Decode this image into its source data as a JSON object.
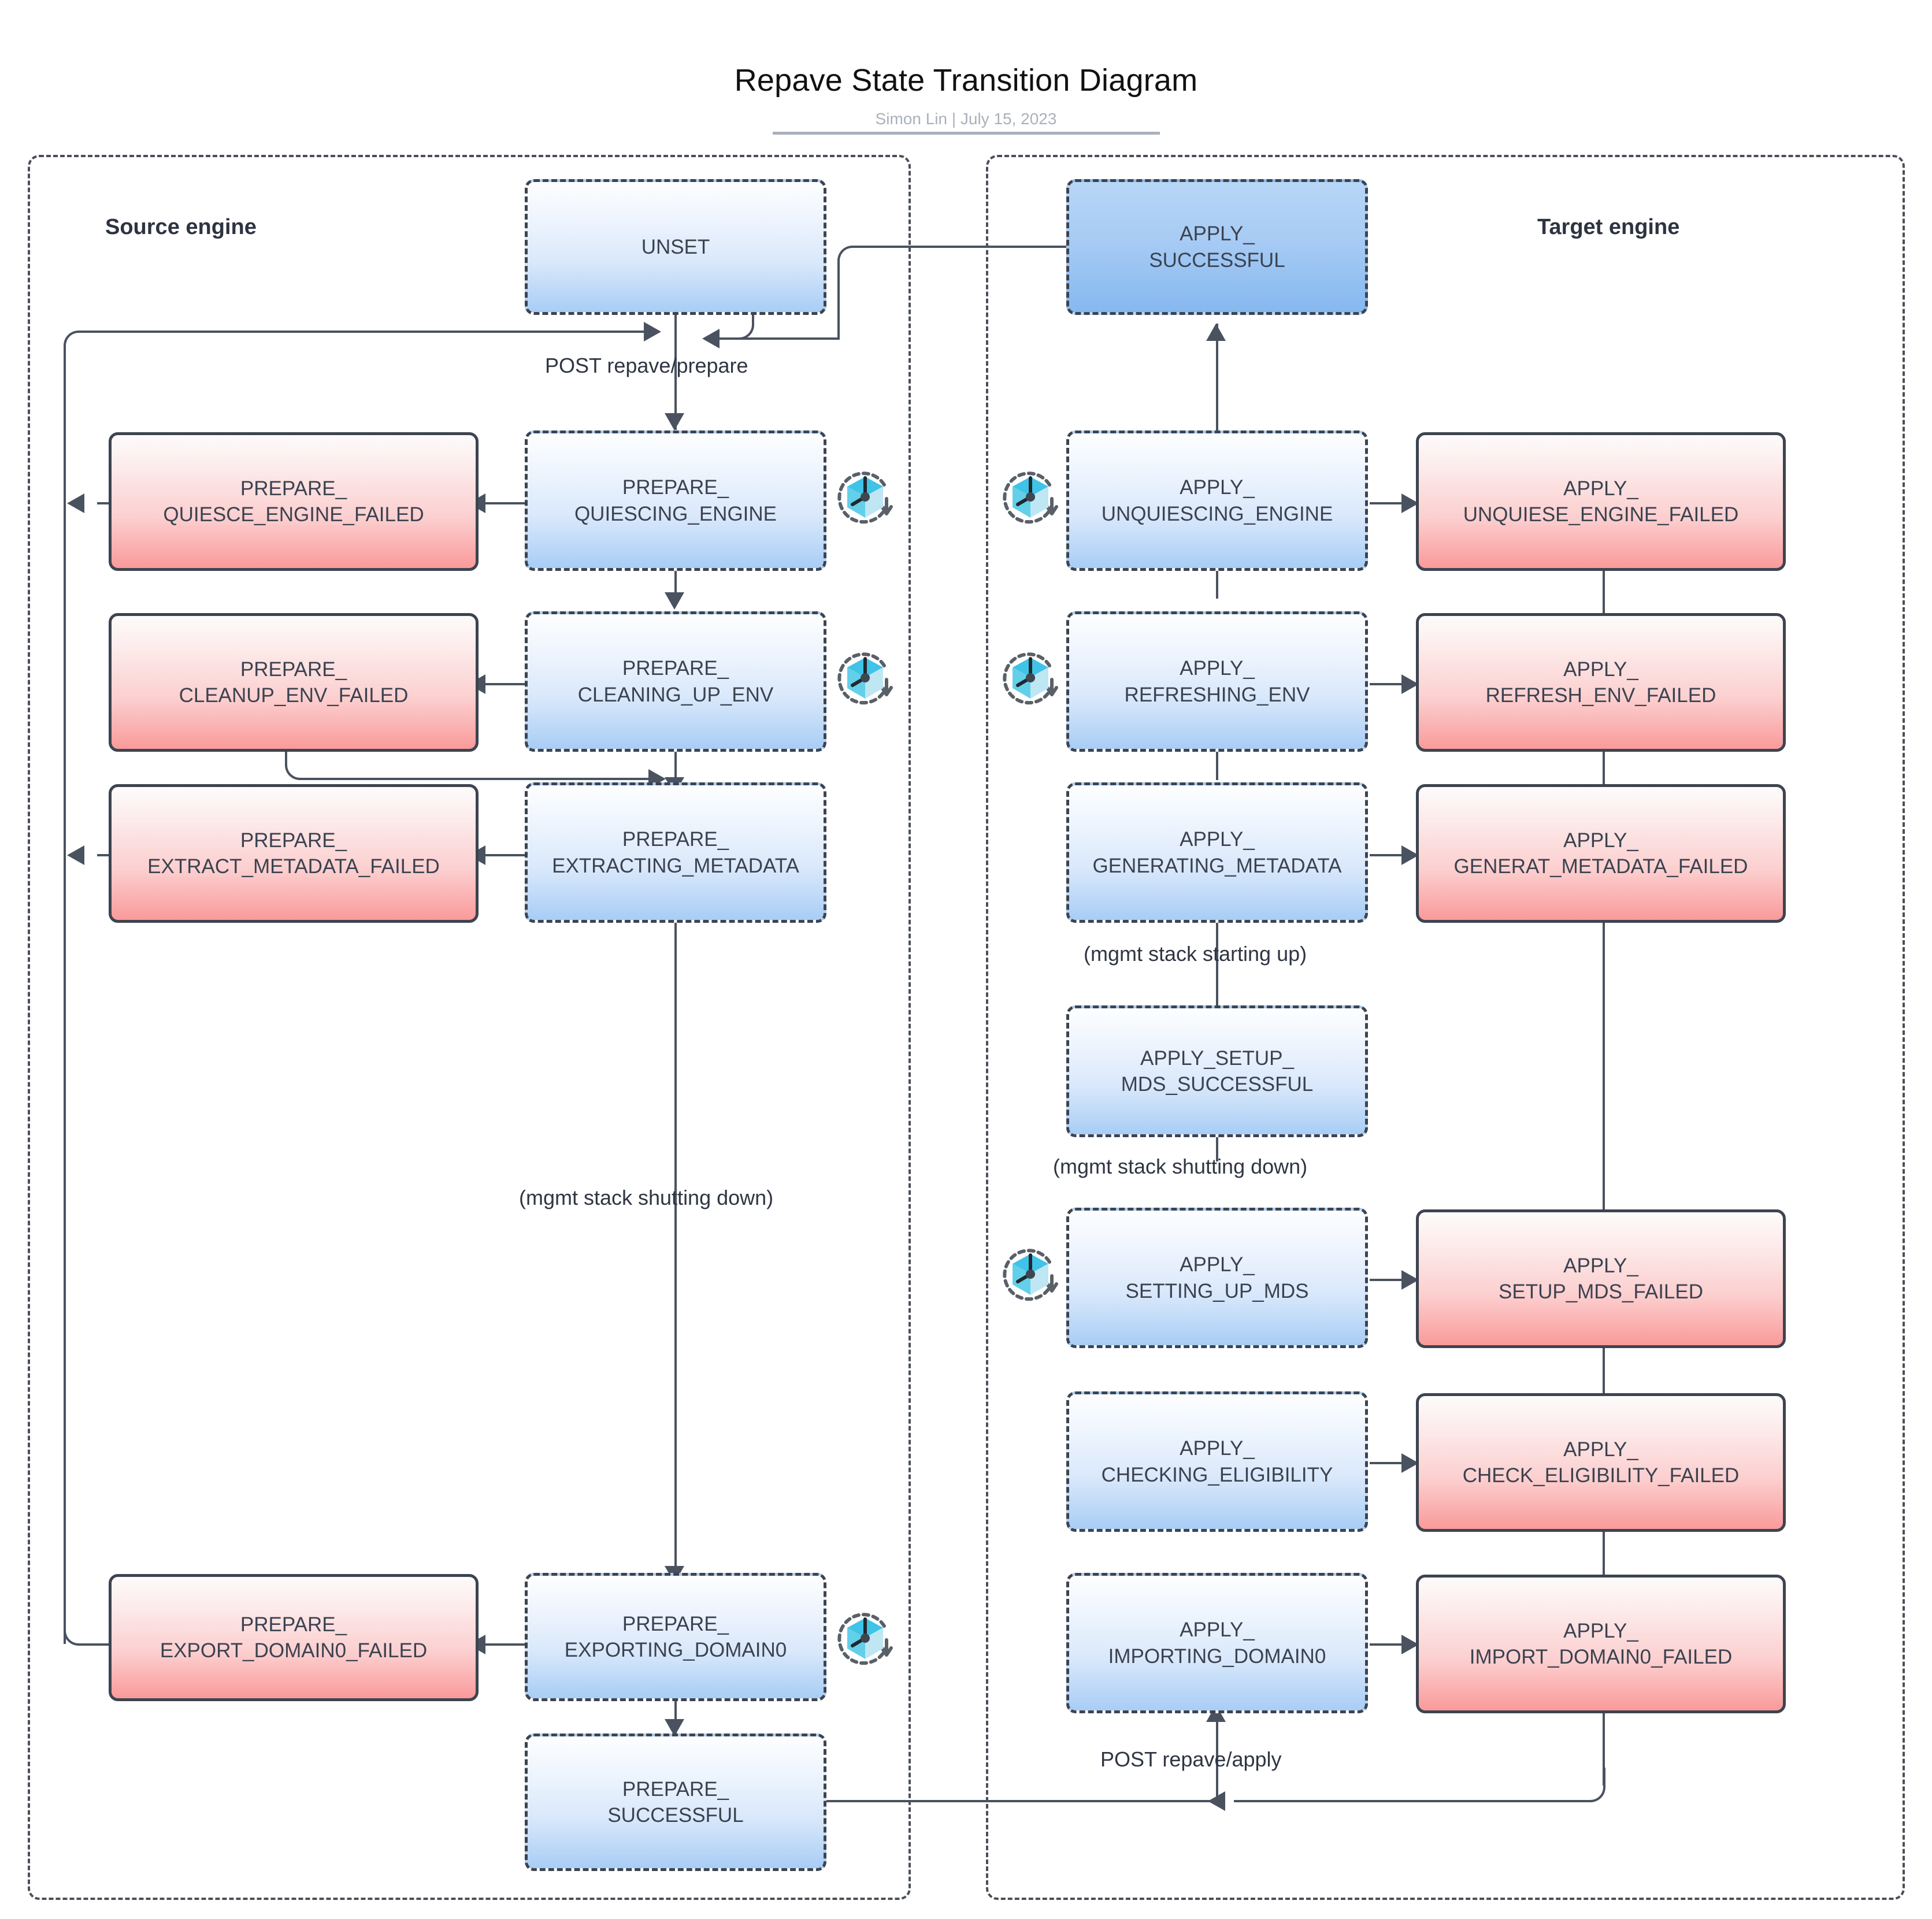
{
  "header": {
    "title": "Repave State Transition Diagram",
    "subtitle": "Simon Lin  |  July 15, 2023"
  },
  "panels": {
    "source": {
      "title": "Source engine"
    },
    "target": {
      "title": "Target engine"
    }
  },
  "colors": {
    "state_active_fill_top": "#fdfeff",
    "state_active_fill_bottom": "#a8cdf5",
    "state_failed_fill_top": "#fdfbfb",
    "state_failed_fill_bottom": "#fa9a9a",
    "state_terminal_fill": "#a7cbf4",
    "border": "#3d4450",
    "connector": "#4a5260",
    "icon_cube": "#3fc3e6",
    "icon_hand": "#2b3138"
  },
  "states": {
    "unset": {
      "label": "UNSET"
    },
    "prepare_quiescing_engine": {
      "label": "PREPARE_\nQUIESCING_ENGINE"
    },
    "prepare_quiesce_engine_failed": {
      "label": "PREPARE_\nQUIESCE_ENGINE_FAILED"
    },
    "prepare_cleaning_up_env": {
      "label": "PREPARE_\nCLEANING_UP_ENV"
    },
    "prepare_cleanup_env_failed": {
      "label": "PREPARE_\nCLEANUP_ENV_FAILED"
    },
    "prepare_extracting_metadata": {
      "label": "PREPARE_\nEXTRACTING_METADATA"
    },
    "prepare_extract_metadata_failed": {
      "label": "PREPARE_\nEXTRACT_METADATA_FAILED"
    },
    "prepare_exporting_domain0": {
      "label": "PREPARE_\nEXPORTING_DOMAIN0"
    },
    "prepare_export_domain0_failed": {
      "label": "PREPARE_\nEXPORT_DOMAIN0_FAILED"
    },
    "prepare_successful": {
      "label": "PREPARE_\nSUCCESSFUL"
    },
    "apply_successful": {
      "label": "APPLY_\nSUCCESSFUL"
    },
    "apply_unquiescing_engine": {
      "label": "APPLY_\nUNQUIESCING_ENGINE"
    },
    "apply_unquiese_engine_failed": {
      "label": "APPLY_\nUNQUIESE_ENGINE_FAILED"
    },
    "apply_refreshing_env": {
      "label": "APPLY_\nREFRESHING_ENV"
    },
    "apply_refresh_env_failed": {
      "label": "APPLY_\nREFRESH_ENV_FAILED"
    },
    "apply_generating_metadata": {
      "label": "APPLY_\nGENERATING_METADATA"
    },
    "apply_generat_metadata_failed": {
      "label": "APPLY_\nGENERAT_METADATA_FAILED"
    },
    "apply_setup_mds_successful": {
      "label": "APPLY_SETUP_\nMDS_SUCCESSFUL"
    },
    "apply_setting_up_mds": {
      "label": "APPLY_\nSETTING_UP_MDS"
    },
    "apply_setup_mds_failed": {
      "label": "APPLY_\nSETUP_MDS_FAILED"
    },
    "apply_checking_eligibility": {
      "label": "APPLY_\nCHECKING_ELIGIBILITY"
    },
    "apply_check_eligibility_failed": {
      "label": "APPLY_\nCHECK_ELIGIBILITY_FAILED"
    },
    "apply_importing_domain0": {
      "label": "APPLY_\nIMPORTING_DOMAIN0"
    },
    "apply_import_domain0_failed": {
      "label": "APPLY_\nIMPORT_DOMAIN0_FAILED"
    }
  },
  "captions": {
    "post_repave_prepare": "POST repave/prepare",
    "mgmt_shutting_down_source": "(mgmt stack shutting down)",
    "mgmt_starting_up": "(mgmt stack starting up)",
    "mgmt_shutting_down_target": "(mgmt stack shutting down)",
    "post_repave_apply": "POST repave/apply"
  },
  "icons": {
    "retry": "retry-clock-cube-icon"
  }
}
